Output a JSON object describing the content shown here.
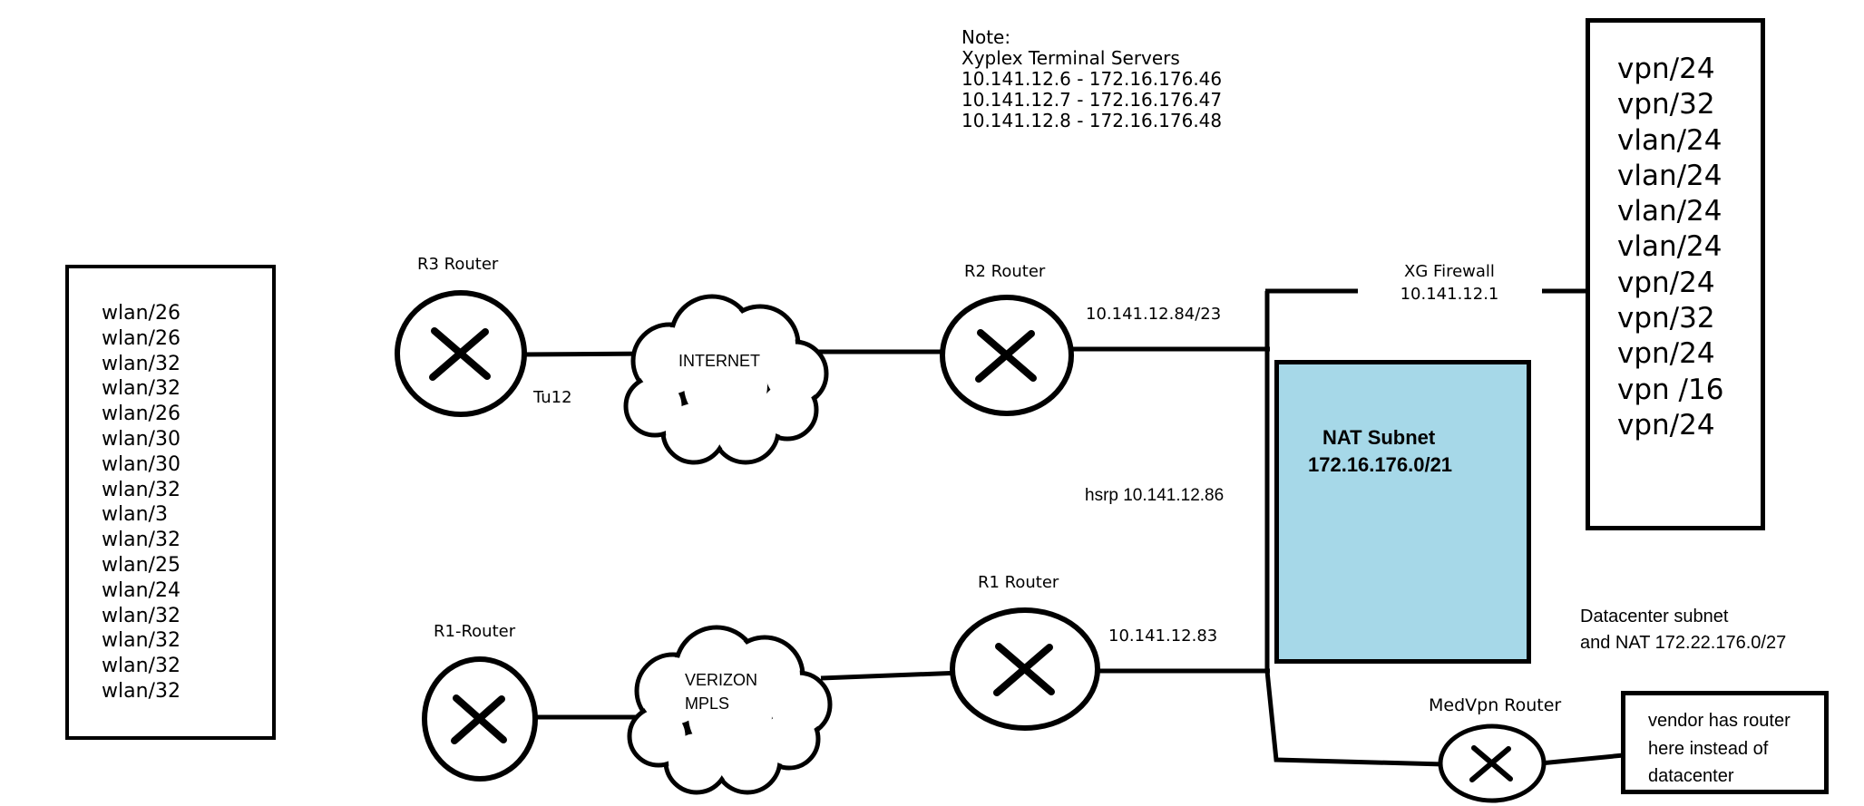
{
  "note": {
    "title": "Note:",
    "subtitle": "Xyplex Terminal Servers",
    "mappings": [
      "10.141.12.6 - 172.16.176.46",
      "10.141.12.7 - 172.16.176.47",
      "10.141.12.8 - 172.16.176.48"
    ]
  },
  "wlan_box": {
    "items": [
      "wlan/26",
      "wlan/26",
      "wlan/32",
      "wlan/32",
      "wlan/26",
      "wlan/30",
      "wlan/30",
      "wlan/32",
      "wlan/3",
      "wlan/32",
      "wlan/25",
      "wlan/24",
      "wlan/32",
      "wlan/32",
      "wlan/32",
      "wlan/32"
    ]
  },
  "vpn_box": {
    "items": [
      "vpn/24",
      "vpn/32",
      "vlan/24",
      "vlan/24",
      "vlan/24",
      "vlan/24",
      "vpn/24",
      "vpn/32",
      "vpn/24",
      "vpn /16",
      "vpn/24"
    ]
  },
  "routers": {
    "r3": {
      "label": "R3 Router",
      "interface": "Tu12"
    },
    "r2": {
      "label": "R2 Router",
      "ip": "10.141.12.84/23"
    },
    "r1_bottom": {
      "label": "R1-Router"
    },
    "r1": {
      "label": "R1 Router",
      "ip": "10.141.12.83"
    },
    "medvpn": {
      "label": "MedVpn Router"
    }
  },
  "firewall": {
    "label": "XG Firewall",
    "ip": "10.141.12.1"
  },
  "hsrp_label": "hsrp 10.141.12.86",
  "clouds": {
    "internet": "INTERNET",
    "mpls": [
      "VERIZON",
      "MPLS"
    ]
  },
  "nat_box": {
    "title": "NAT Subnet",
    "subnet": "172.16.176.0/21",
    "fill_color": "#a6d8e8"
  },
  "datacenter_note": {
    "line1": "Datacenter subnet",
    "line2": "and NAT 172.22.176.0/27"
  },
  "vendor_box": {
    "lines": [
      "vendor has router",
      "here instead of",
      "datacenter"
    ]
  },
  "colors": {
    "line": "#000000",
    "background": "#ffffff"
  }
}
